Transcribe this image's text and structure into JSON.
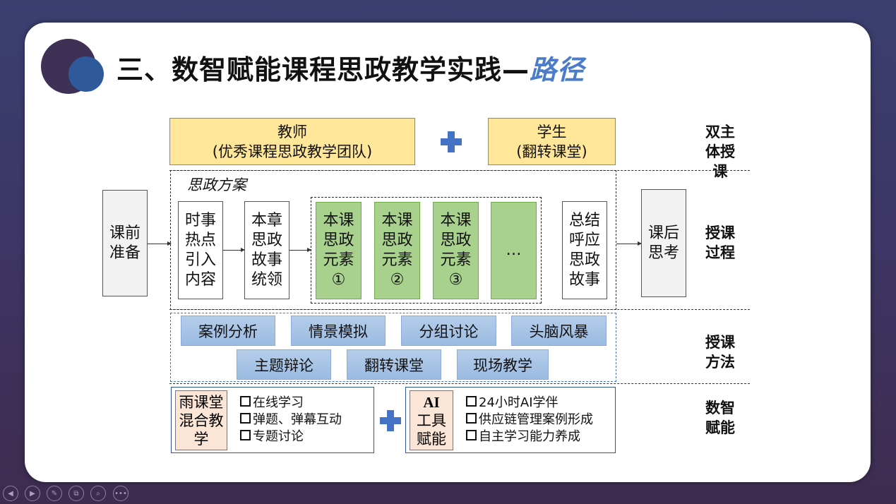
{
  "title": {
    "main": "三、数智赋能课程思政教学实践—",
    "accent": "路径"
  },
  "dual": {
    "teacher_line1": "教师",
    "teacher_line2": "(优秀课程思政教学团队)",
    "student_line1": "学生",
    "student_line2": "(翻转课堂)"
  },
  "side_labels": [
    "双主体授课",
    "授课过程",
    "授课方法",
    "数智赋能"
  ],
  "process": {
    "scheme_label": "思政方案",
    "before": "课前准备",
    "intro": "时事热点引入内容",
    "story": "本章思政故事统领",
    "elements": [
      "本课思政元素①",
      "本课思政元素②",
      "本课思政元素③",
      "…"
    ],
    "summary": "总结呼应思政故事",
    "after": "课后思考"
  },
  "methods": [
    "案例分析",
    "情景模拟",
    "分组讨论",
    "头脑风暴",
    "主题辩论",
    "翻转课堂",
    "现场教学"
  ],
  "digital": {
    "left_tag": "雨课堂混合教学",
    "left_items": [
      "在线学习",
      "弹题、弹幕互动",
      "专题讨论"
    ],
    "right_tag_line1": "AI",
    "right_tag_line2": "工具赋能",
    "right_items": [
      "24小时AI学伴",
      "供应链管理案例形成",
      "自主学习能力养成"
    ]
  },
  "nav": [
    "◀",
    "▶",
    "✎",
    "⧉",
    "⌕",
    "•••"
  ]
}
